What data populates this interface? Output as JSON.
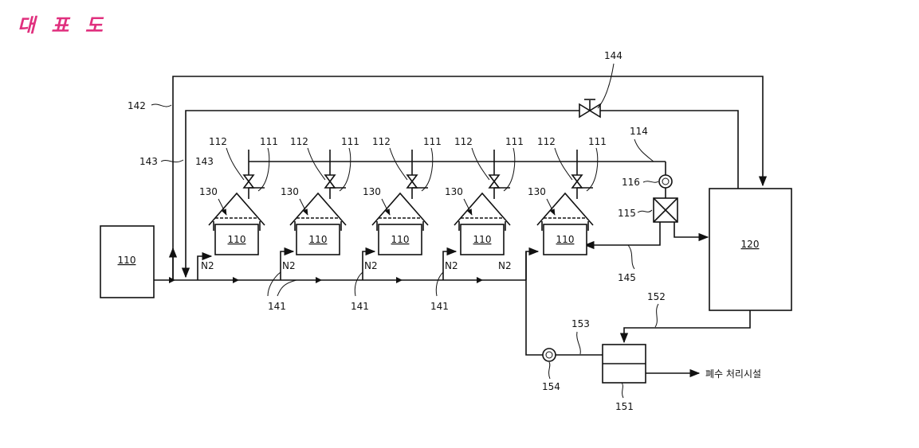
{
  "title": "대 표 도",
  "labels": {
    "source_box": "110",
    "main_tank": "120",
    "tank_unit": "110",
    "supply_line": "114",
    "filter": "115",
    "pump_top": "116",
    "return_line": "145",
    "line_142": "142",
    "line_143_a": "143",
    "line_143_b": "143",
    "valve_144": "144",
    "line_152": "152",
    "line_153": "153",
    "pump_bottom": "154",
    "separator": "151",
    "valve_ref": "112",
    "pipe_ref": "111",
    "cover_ref": "130",
    "n2": "N2",
    "branch_ref": "141",
    "outlet_text": "폐수 처리시설"
  }
}
